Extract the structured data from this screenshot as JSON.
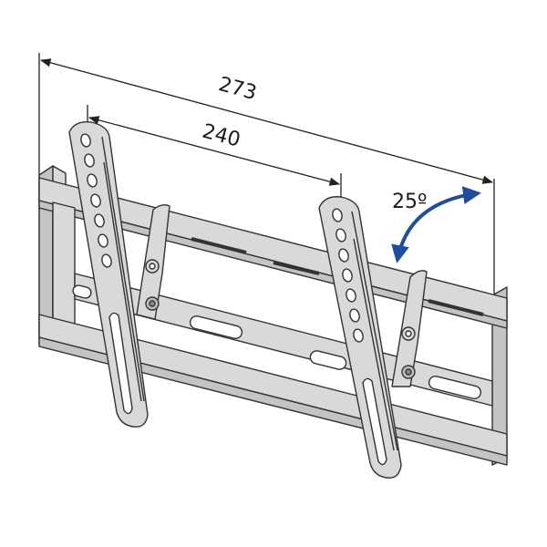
{
  "diagram": {
    "subject": "Tilting TV wall mount bracket",
    "dimensions": {
      "overall_width": {
        "label": "273"
      },
      "arm_spacing": {
        "label": "240"
      }
    },
    "tilt": {
      "label": "25º",
      "arrow_color": "#1f4e9c"
    },
    "colors": {
      "metal_fill": "#d9d9d9",
      "metal_shade": "#c4c4c4",
      "outline": "#333333",
      "dimension_line": "#222222",
      "background": "#ffffff"
    }
  }
}
